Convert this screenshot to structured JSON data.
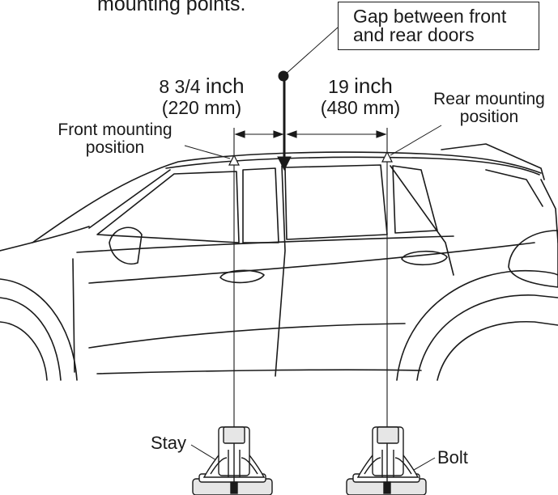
{
  "intro_text": "mounting points.",
  "gap_label": {
    "line1": "Gap between front",
    "line2": "and rear doors"
  },
  "front_measure": {
    "value": "8 3/4",
    "unit": "inch",
    "metric": "(220 mm)"
  },
  "rear_measure": {
    "value": "19",
    "unit": "inch",
    "metric": "(480 mm)"
  },
  "front_position": {
    "line1": "Front mounting",
    "line2": "position"
  },
  "rear_position": {
    "line1": "Rear mounting",
    "line2": "position"
  },
  "stay_label": "Stay",
  "bolt_label": "Bolt",
  "colors": {
    "line": "#1a1a1a",
    "fill_light": "#e6e6e6",
    "background": "#ffffff"
  }
}
